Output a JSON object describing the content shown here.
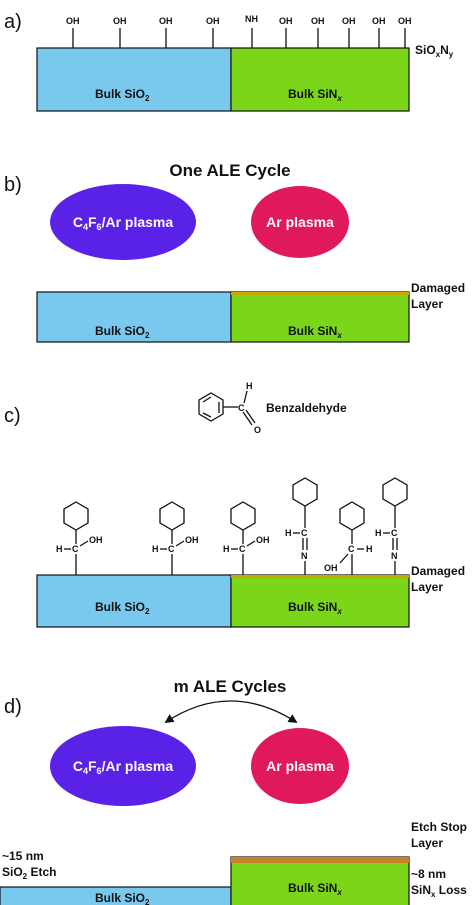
{
  "panel_a": {
    "label": "a)",
    "surface_sio2_groups": [
      "OH",
      "OH",
      "OH",
      "OH"
    ],
    "surface_sin_groups": [
      "NH",
      "OH",
      "OH",
      "OH",
      "OH",
      "OH"
    ],
    "surface_layer_label": {
      "base": "SiO",
      "sub1": "x",
      "mid": "N",
      "sub2": "y"
    },
    "bulk_sio2": {
      "base": "Bulk SiO",
      "sub": "2"
    },
    "bulk_sin": {
      "base": "Bulk SiN",
      "sub": "x"
    }
  },
  "panel_b": {
    "label": "b)",
    "title": "One ALE Cycle",
    "plasma_1": {
      "pre": "C",
      "sub1": "4",
      "mid": "F",
      "sub2": "6",
      "post": "/Ar plasma"
    },
    "plasma_2": "Ar plasma",
    "damaged_layer": [
      "Damaged",
      "Layer"
    ],
    "bulk_sio2": {
      "base": "Bulk SiO",
      "sub": "2"
    },
    "bulk_sin": {
      "base": "Bulk SiN",
      "sub": "x"
    }
  },
  "panel_c": {
    "label": "c)",
    "molecule_name": "Benzaldehyde",
    "aldehyde_atoms": {
      "h": "H",
      "c": "C",
      "o": "O"
    },
    "adsorbate_atoms": {
      "h": "H",
      "c": "C",
      "oh": "OH",
      "n": "N"
    },
    "damaged_layer": [
      "Damaged",
      "Layer"
    ],
    "bulk_sio2": {
      "base": "Bulk SiO",
      "sub": "2"
    },
    "bulk_sin": {
      "base": "Bulk SiN",
      "sub": "x"
    }
  },
  "panel_d": {
    "label": "d)",
    "title": "m ALE Cycles",
    "plasma_1": {
      "pre": "C",
      "sub1": "4",
      "mid": "F",
      "sub2": "6",
      "post": "/Ar plasma"
    },
    "plasma_2": "Ar plasma",
    "sio2_etch": {
      "line1": "~15 nm",
      "base": "SiO",
      "sub": "2",
      "post": " Etch"
    },
    "etch_stop": [
      "Etch Stop",
      "Layer"
    ],
    "sin_loss": {
      "line1": "~8 nm",
      "base": "SiN",
      "sub": "x",
      "post": " Loss"
    },
    "bulk_sio2": {
      "base": "Bulk SiO",
      "sub": "2"
    },
    "bulk_sin": {
      "base": "Bulk SiN",
      "sub": "x"
    }
  },
  "colors": {
    "sio2": "#79c9ee",
    "sin": "#7bd61a",
    "damaged": "#c8a800",
    "etch_stop": "#c8822a",
    "plasma_purple": "#5a22e6",
    "plasma_pink": "#e0195f"
  }
}
